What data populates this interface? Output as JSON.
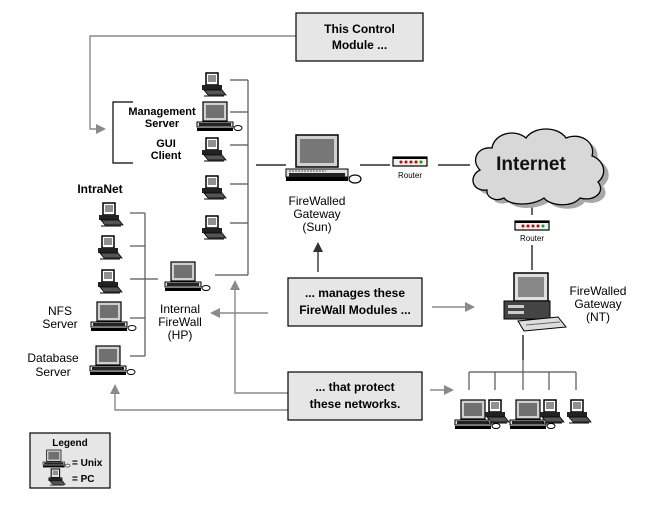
{
  "callouts": {
    "control_module": [
      "This Control",
      "Module ..."
    ],
    "manages": [
      "... manages these",
      "FireWall Modules ..."
    ],
    "protect": [
      "... that protect",
      "these networks."
    ]
  },
  "cloud": {
    "label": "Internet"
  },
  "routers": {
    "top": "Router",
    "right": "Router"
  },
  "gateways": {
    "sun": [
      "FireWalled",
      "Gateway",
      "(Sun)"
    ],
    "nt": [
      "FireWalled",
      "Gateway",
      "(NT)"
    ],
    "hp": [
      "Internal",
      "FireWall",
      "(HP)"
    ]
  },
  "management": {
    "server": [
      "Management",
      "Server"
    ],
    "gui": [
      "GUI",
      "Client"
    ]
  },
  "intranet": {
    "title": "IntraNet",
    "nfs": [
      "NFS",
      "Server"
    ],
    "db": [
      "Database",
      "Server"
    ]
  },
  "legend": {
    "title": "Legend",
    "unix": "= Unix",
    "pc": "= PC"
  },
  "colors": {
    "callout_fill": "#e6e6e6",
    "cloud_fill": "#d8d8d8",
    "router_led": "#cc0000",
    "arrow": "#8a8a8a"
  }
}
